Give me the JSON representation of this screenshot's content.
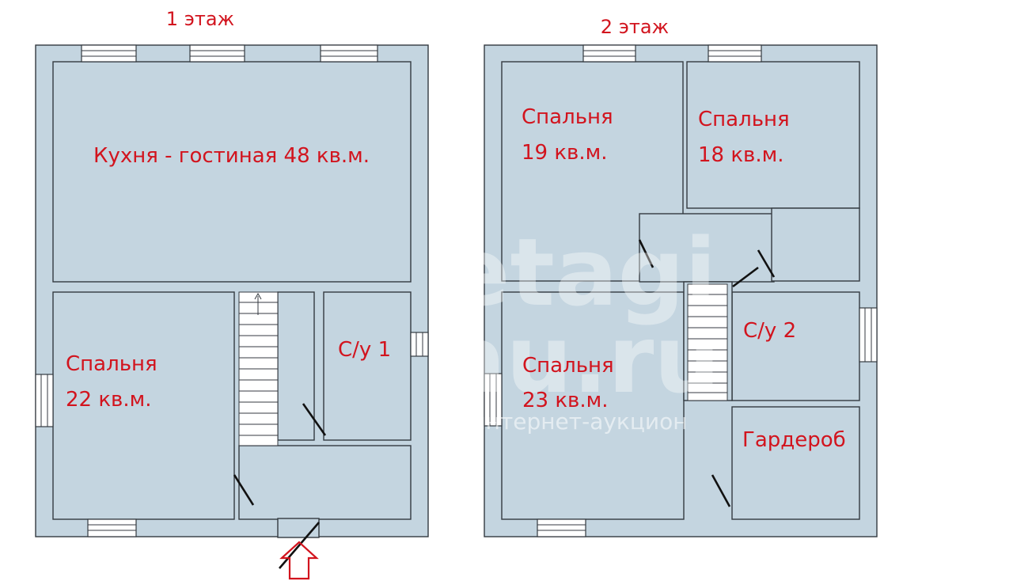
{
  "floors": [
    {
      "title": "1 этаж",
      "rooms": {
        "kitchen": "Кухня - гостиная 48 кв.м.",
        "bedroom_name": "Спальня",
        "bedroom_area": "22 кв.м.",
        "bathroom": "С/у 1"
      }
    },
    {
      "title": "2 этаж",
      "rooms": {
        "bedroom1_name": "Спальня",
        "bedroom1_area": "19 кв.м.",
        "bedroom2_name": "Спальня",
        "bedroom2_area": "18 кв.м.",
        "bedroom3_name": "Спальня",
        "bedroom3_area": "23 кв.м.",
        "bathroom": "С/у 2",
        "wardrobe": "Гардероб"
      }
    }
  ],
  "watermark": {
    "line1": "etagi",
    "line2": "au.ru",
    "line3": "интернет-аукцион"
  },
  "colors": {
    "room_fill": "#c4d5e0",
    "wall_line": "#343a40",
    "label_red": "#d2141e"
  }
}
